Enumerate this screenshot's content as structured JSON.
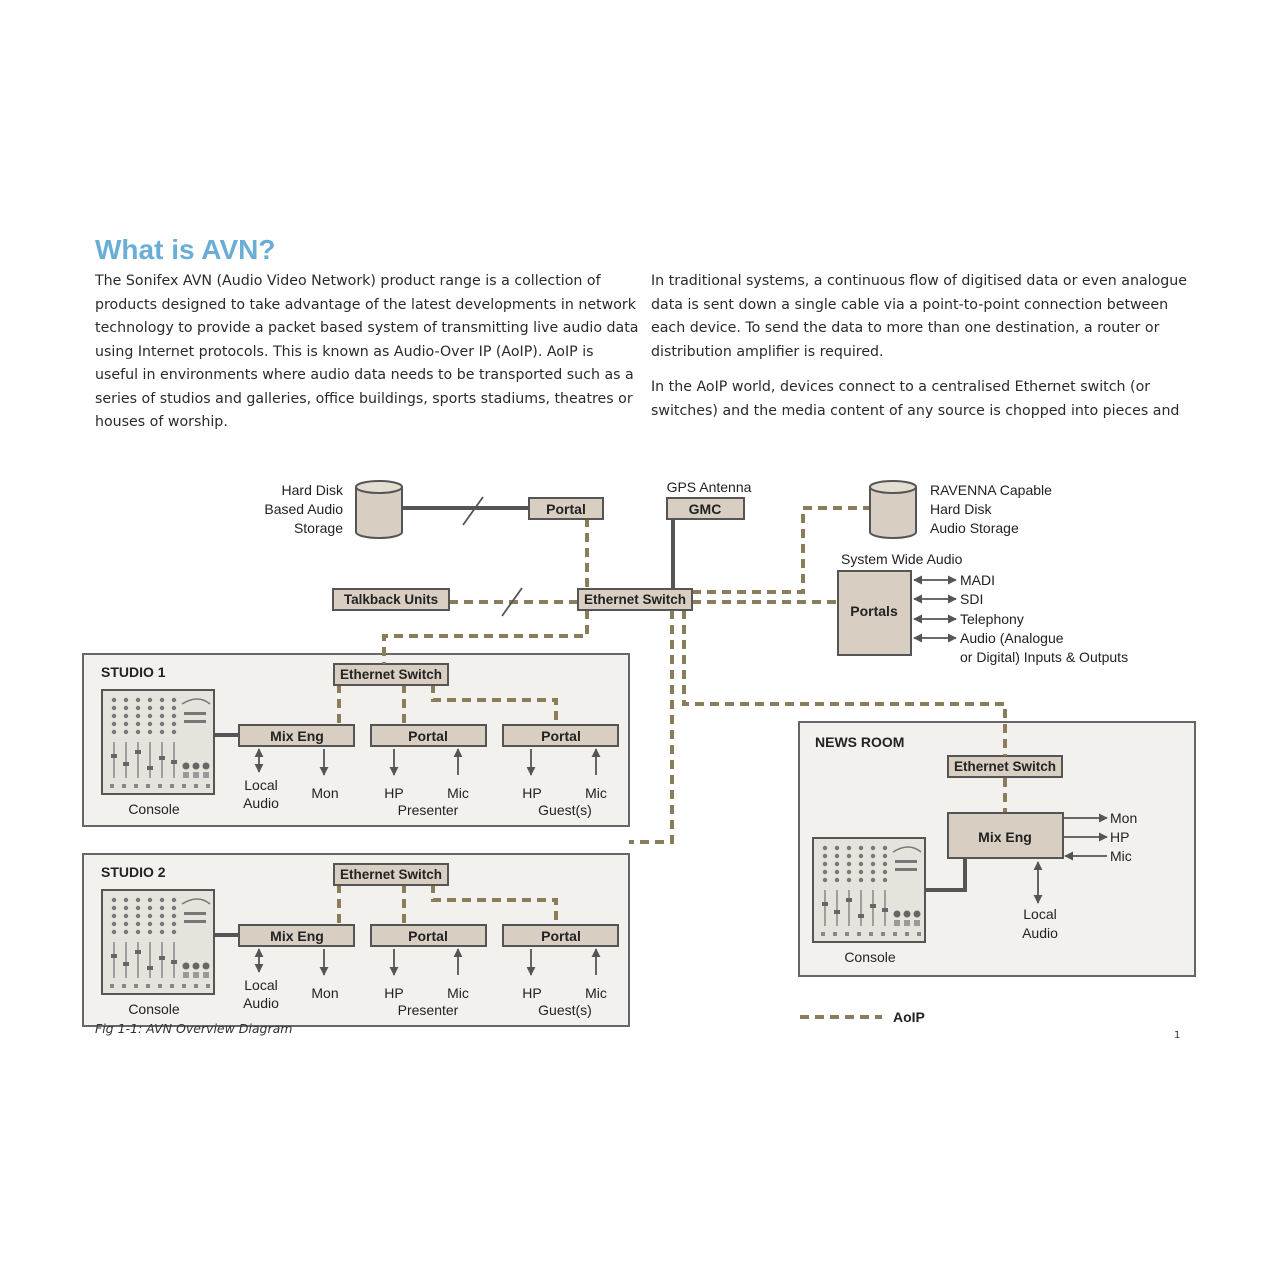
{
  "page": {
    "title": "What is AVN?",
    "left_column": [
      "The Sonifex AVN (Audio Video Network) product range is a collection of",
      "products designed to take advantage of the latest developments in network",
      "technology to provide a packet based system of transmitting live audio data",
      "using Internet protocols. This is known as Audio-Over IP (AoIP). AoIP is",
      "useful in environments where audio data needs to be transported such as a",
      "series of studios and galleries, office buildings, sports stadiums, theatres or",
      "houses of worship."
    ],
    "right_column_p1": [
      "In traditional systems, a continuous flow of digitised data or even analogue",
      "data is sent down a single cable via a point-to-point connection between",
      "each device. To send the data to more than one destination, a router or",
      "distribution amplifier is required."
    ],
    "right_column_p2": [
      "In the AoIP world, devices connect to a centralised Ethernet switch (or",
      "switches) and the media content of any source is chopped into pieces and"
    ],
    "caption": "Fig 1-1: AVN Overview Diagram",
    "page_number": "1"
  },
  "diagram": {
    "hard_disk_label": [
      "Hard Disk",
      "Based Audio",
      "Storage"
    ],
    "portal": "Portal",
    "gps_antenna": "GPS Antenna",
    "gmc": "GMC",
    "ravenna_label": [
      "RAVENNA Capable",
      "Hard Disk",
      "Audio Storage"
    ],
    "system_wide_audio": "System Wide Audio",
    "portals": "Portals",
    "io_madi": "MADI",
    "io_sdi": "SDI",
    "io_telephony": "Telephony",
    "io_audio_1": "Audio (Analogue",
    "io_audio_2": "or Digital) Inputs & Outputs",
    "talkback_units": "Talkback Units",
    "ethernet_switch": "Ethernet Switch",
    "studio1": "STUDIO 1",
    "studio2": "STUDIO 2",
    "news_room": "NEWS ROOM",
    "mix_eng": "Mix Eng",
    "console": "Console",
    "local": "Local",
    "audio": "Audio",
    "mon": "Mon",
    "hp": "HP",
    "mic": "Mic",
    "presenter": "Presenter",
    "guests": "Guest(s)",
    "legend_aoip": "AoIP"
  },
  "colors": {
    "title": "#6aaed8",
    "box_fill": "#d8cfc2",
    "aoip_dash": "#8a7d5a",
    "wire": "#555555",
    "studio_bg": "#f3f1ee"
  }
}
